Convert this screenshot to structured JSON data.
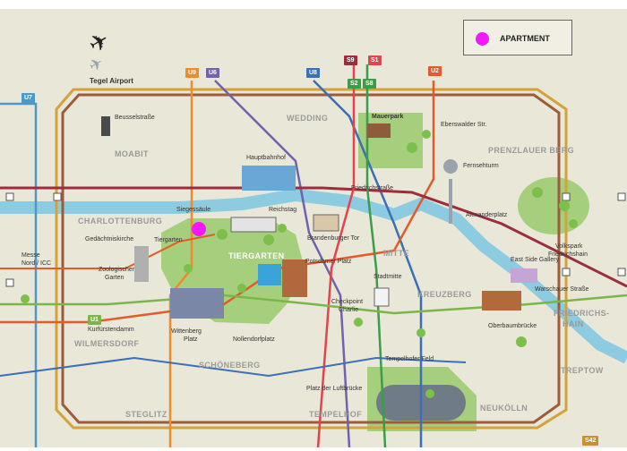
{
  "legend": {
    "apartment_label": "APARTMENT",
    "marker_color": "#f11af5"
  },
  "airport": {
    "label": "Tegel Airport"
  },
  "lines": {
    "u9": "U9",
    "u6": "U6",
    "u8": "U8",
    "u7": "U7",
    "u2": "U2",
    "s9": "S9",
    "s1": "S1",
    "s2": "S2",
    "s8": "S8",
    "u1": "U1",
    "s42": "S42"
  },
  "districts": {
    "moabit": "MOABIT",
    "wedding": "WEDDING",
    "prenzlauer_berg": "PRENZLAUER BERG",
    "charlottenburg": "CHARLOTTENBURG",
    "tiergarten": "TIERGARTEN",
    "mitte": "MITTE",
    "kreuzberg": "KREUZBERG",
    "friedrichshain_1": "FRIEDRICHS-",
    "friedrichshain_2": "HAIN",
    "wilmersdorf": "WILMERSDORF",
    "schoeneberg": "SCHÖNEBERG",
    "treptow": "TREPTOW",
    "steglitz": "STEGLITZ",
    "tempelhof": "TEMPELHOF",
    "neukoelln": "NEUKÖLLN"
  },
  "places": {
    "beusselstrasse": "Beusselstraße",
    "hauptbahnhof": "Hauptbahnhof",
    "mauerpark": "Mauerpark",
    "eberswalder": "Eberswalder Str.",
    "fernsehturm": "Fernsehturm",
    "friedrichstrasse": "Friedrichstraße",
    "alexanderplatz": "Alexanderplatz",
    "siegessaeule": "Siegessäule",
    "reichstag": "Reichstag",
    "gedaechtniskirche": "Gedächtniskirche",
    "tiergarten_stn": "Tiergarten",
    "brandenburger_tor": "Brandenburger Tor",
    "volkspark_1": "Volkspark",
    "volkspark_2": "Friedrichshain",
    "messe_1": "Messe",
    "messe_2": "Nord / ICC",
    "zoo_1": "Zoologischer",
    "zoo_2": "Garten",
    "potsdamer_platz": "Potsdamer Platz",
    "stadtmitte": "Stadtmitte",
    "east_side_gallery": "East Side Gallery",
    "warschauer": "Warschauer Straße",
    "checkpoint_1": "Checkpoint",
    "checkpoint_2": "Charlie",
    "kurfuerstendamm": "Kurfürstendamm",
    "wittenberg_1": "Wittenberg",
    "wittenberg_2": "Platz",
    "nollendorf": "Nollendorfplatz",
    "oberbaum": "Oberbaumbrücke",
    "tempelhofer_feld": "Tempelhofer Feld",
    "luftbruecke": "Platz der Luftbrücke"
  },
  "colors": {
    "background": "#e9e7d7",
    "river": "#8ccbe0",
    "park": "#a5cf7d",
    "ring_outer": "#d4a13a",
    "ring_mid": "#9c5b3a",
    "u9": "#f08a2b",
    "u6": "#7063ad",
    "u8": "#3b6fb6",
    "u7": "#4d97c9",
    "u2": "#e35b2b",
    "s9": "#9b2d3d",
    "s1": "#e3434e",
    "s2": "#3b9c4a",
    "u1": "#7ab648",
    "s42": "#c8912c"
  }
}
